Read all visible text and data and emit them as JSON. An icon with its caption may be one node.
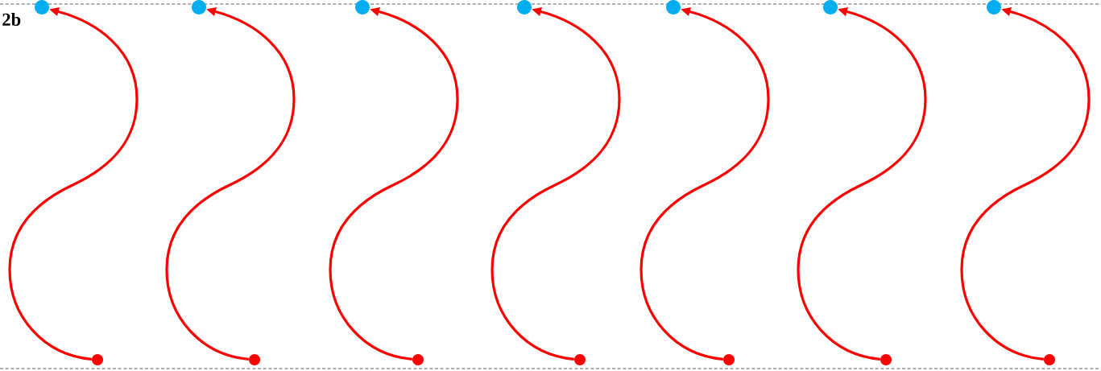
{
  "diagram": {
    "nodes": [
      {
        "text": [],
        "shape": "circle"
      },
      {
        "text": [],
        "shape": "circle"
      },
      {
        "text": [],
        "shape": "circle"
      },
      {
        "text": [],
        "shape": "circle"
      },
      {
        "text": [],
        "shape": "circle"
      },
      {
        "text": [],
        "shape": "circle"
      },
      {
        "text": [],
        "shape": "circle"
      },
      {
        "text": [],
        "shape": "circle"
      },
      {
        "text": [],
        "shape": "circle"
      },
      {
        "text": [],
        "shape": "circle"
      },
      {
        "text": [],
        "shape": "circle"
      },
      {
        "text": [],
        "shape": "circle"
      },
      {
        "text": [],
        "shape": "circle"
      },
      {
        "text": [],
        "shape": "circle"
      }
    ],
    "edges": [
      {
        "from": 7,
        "to": 0,
        "arrow": "to"
      },
      {
        "from": 8,
        "to": 1,
        "arrow": "to"
      },
      {
        "from": 9,
        "to": 2,
        "arrow": "to"
      },
      {
        "from": 10,
        "to": 3,
        "arrow": "to"
      },
      {
        "from": 11,
        "to": 4,
        "arrow": "to"
      },
      {
        "from": 12,
        "to": 5,
        "arrow": "to"
      },
      {
        "from": 13,
        "to": 6,
        "arrow": "to"
      }
    ],
    "labels": [
      "2b"
    ]
  }
}
